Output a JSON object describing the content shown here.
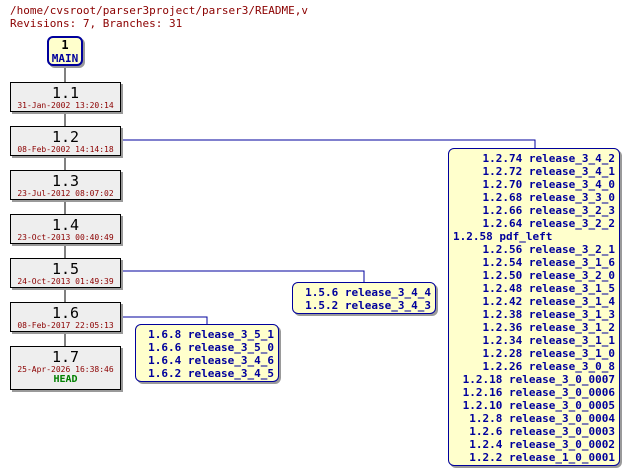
{
  "header": {
    "path": "/home/cvsroot/parser3project/parser3/README,v",
    "revisions": "Revisions: 7, Branches: 31"
  },
  "main_node": {
    "number": "1",
    "name": "MAIN"
  },
  "revisions": [
    {
      "rev": "1.1",
      "date": "31-Jan-2002 13:20:14"
    },
    {
      "rev": "1.2",
      "date": "08-Feb-2002 14:14:18"
    },
    {
      "rev": "1.3",
      "date": "23-Jul-2012 08:07:02"
    },
    {
      "rev": "1.4",
      "date": "23-Oct-2013 00:40:49"
    },
    {
      "rev": "1.5",
      "date": "24-Oct-2013 01:49:39"
    },
    {
      "rev": "1.6",
      "date": "08-Feb-2017 22:05:13"
    },
    {
      "rev": "1.7",
      "date": "25-Apr-2026 16:38:46",
      "tag": "HEAD"
    }
  ],
  "branches_from_1_2": [
    "1.2.74 release_3_4_2",
    "1.2.72 release_3_4_1",
    "1.2.70 release_3_4_0",
    "1.2.68 release_3_3_0",
    "1.2.66 release_3_2_3",
    "1.2.64 release_3_2_2",
    "1.2.58 pdf_left",
    "1.2.56 release_3_2_1",
    "1.2.54 release_3_1_6",
    "1.2.50 release_3_2_0",
    "1.2.48 release_3_1_5",
    "1.2.42 release_3_1_4",
    "1.2.38 release_3_1_3",
    "1.2.36 release_3_1_2",
    "1.2.34 release_3_1_1",
    "1.2.28 release_3_1_0",
    "1.2.26 release_3_0_8",
    "1.2.18 release_3_0_0007",
    "1.2.16 release_3_0_0006",
    "1.2.10 release_3_0_0005",
    "1.2.8 release_3_0_0004",
    "1.2.6 release_3_0_0003",
    "1.2.4 release_3_0_0002",
    "1.2.2 release_1_0_0001"
  ],
  "branches_from_1_5": [
    "1.5.6 release_3_4_4",
    "1.5.2 release_3_4_3"
  ],
  "branches_from_1_6": [
    "1.6.8 release_3_5_1",
    "1.6.6 release_3_5_0",
    "1.6.4 release_3_4_6",
    "1.6.2 release_3_4_5"
  ],
  "colors": {
    "line": "#00009c",
    "date": "#8b0000",
    "head": "#008000",
    "tag_bg": "#ffffcc",
    "rev_bg": "#eeeeee"
  }
}
